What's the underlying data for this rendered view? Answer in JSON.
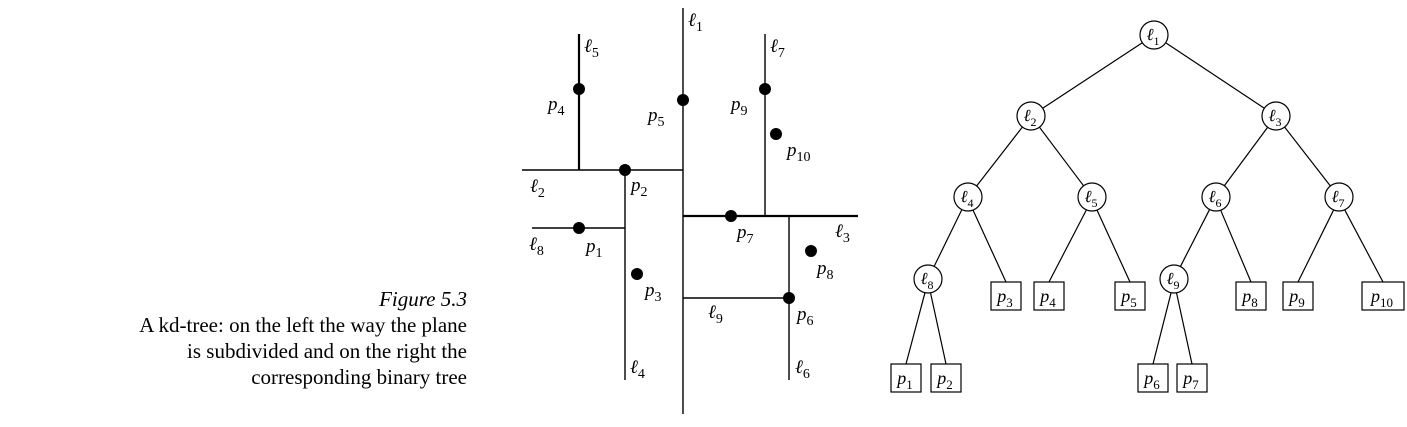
{
  "caption": {
    "figure_label": "Figure 5.3",
    "lines": [
      "A kd-tree: on the left the way the plane",
      "is subdivided and on the right the",
      "corresponding binary tree"
    ]
  },
  "subdivision": {
    "lines": [
      {
        "id": "l1",
        "name": "ℓ",
        "sub": "1"
      },
      {
        "id": "l2",
        "name": "ℓ",
        "sub": "2"
      },
      {
        "id": "l3",
        "name": "ℓ",
        "sub": "3"
      },
      {
        "id": "l4",
        "name": "ℓ",
        "sub": "4"
      },
      {
        "id": "l5",
        "name": "ℓ",
        "sub": "5"
      },
      {
        "id": "l6",
        "name": "ℓ",
        "sub": "6"
      },
      {
        "id": "l7",
        "name": "ℓ",
        "sub": "7"
      },
      {
        "id": "l8",
        "name": "ℓ",
        "sub": "8"
      },
      {
        "id": "l9",
        "name": "ℓ",
        "sub": "9"
      }
    ],
    "points": [
      {
        "id": "p1",
        "name": "p",
        "sub": "1"
      },
      {
        "id": "p2",
        "name": "p",
        "sub": "2"
      },
      {
        "id": "p3",
        "name": "p",
        "sub": "3"
      },
      {
        "id": "p4",
        "name": "p",
        "sub": "4"
      },
      {
        "id": "p5",
        "name": "p",
        "sub": "5"
      },
      {
        "id": "p6",
        "name": "p",
        "sub": "6"
      },
      {
        "id": "p7",
        "name": "p",
        "sub": "7"
      },
      {
        "id": "p8",
        "name": "p",
        "sub": "8"
      },
      {
        "id": "p9",
        "name": "p",
        "sub": "9"
      },
      {
        "id": "p10",
        "name": "p",
        "sub": "10"
      }
    ]
  },
  "tree": {
    "internal_nodes": [
      {
        "id": "l1",
        "name": "ℓ",
        "sub": "1"
      },
      {
        "id": "l2",
        "name": "ℓ",
        "sub": "2"
      },
      {
        "id": "l3",
        "name": "ℓ",
        "sub": "3"
      },
      {
        "id": "l4",
        "name": "ℓ",
        "sub": "4"
      },
      {
        "id": "l5",
        "name": "ℓ",
        "sub": "5"
      },
      {
        "id": "l6",
        "name": "ℓ",
        "sub": "6"
      },
      {
        "id": "l7",
        "name": "ℓ",
        "sub": "7"
      },
      {
        "id": "l8",
        "name": "ℓ",
        "sub": "8"
      },
      {
        "id": "l9",
        "name": "ℓ",
        "sub": "9"
      }
    ],
    "leaves": [
      {
        "id": "p1",
        "name": "p",
        "sub": "1"
      },
      {
        "id": "p2",
        "name": "p",
        "sub": "2"
      },
      {
        "id": "p3",
        "name": "p",
        "sub": "3"
      },
      {
        "id": "p4",
        "name": "p",
        "sub": "4"
      },
      {
        "id": "p5",
        "name": "p",
        "sub": "5"
      },
      {
        "id": "p6",
        "name": "p",
        "sub": "6"
      },
      {
        "id": "p7",
        "name": "p",
        "sub": "7"
      },
      {
        "id": "p8",
        "name": "p",
        "sub": "8"
      },
      {
        "id": "p9",
        "name": "p",
        "sub": "9"
      },
      {
        "id": "p10",
        "name": "p",
        "sub": "10"
      }
    ],
    "edges": [
      [
        "l1",
        "l2"
      ],
      [
        "l1",
        "l3"
      ],
      [
        "l2",
        "l4"
      ],
      [
        "l2",
        "l5"
      ],
      [
        "l3",
        "l6"
      ],
      [
        "l3",
        "l7"
      ],
      [
        "l4",
        "l8"
      ],
      [
        "l4",
        "p3"
      ],
      [
        "l5",
        "p4"
      ],
      [
        "l5",
        "p5"
      ],
      [
        "l6",
        "l9"
      ],
      [
        "l6",
        "p8"
      ],
      [
        "l7",
        "p9"
      ],
      [
        "l7",
        "p10"
      ],
      [
        "l8",
        "p1"
      ],
      [
        "l8",
        "p2"
      ],
      [
        "l9",
        "p6"
      ],
      [
        "l9",
        "p7"
      ]
    ]
  }
}
